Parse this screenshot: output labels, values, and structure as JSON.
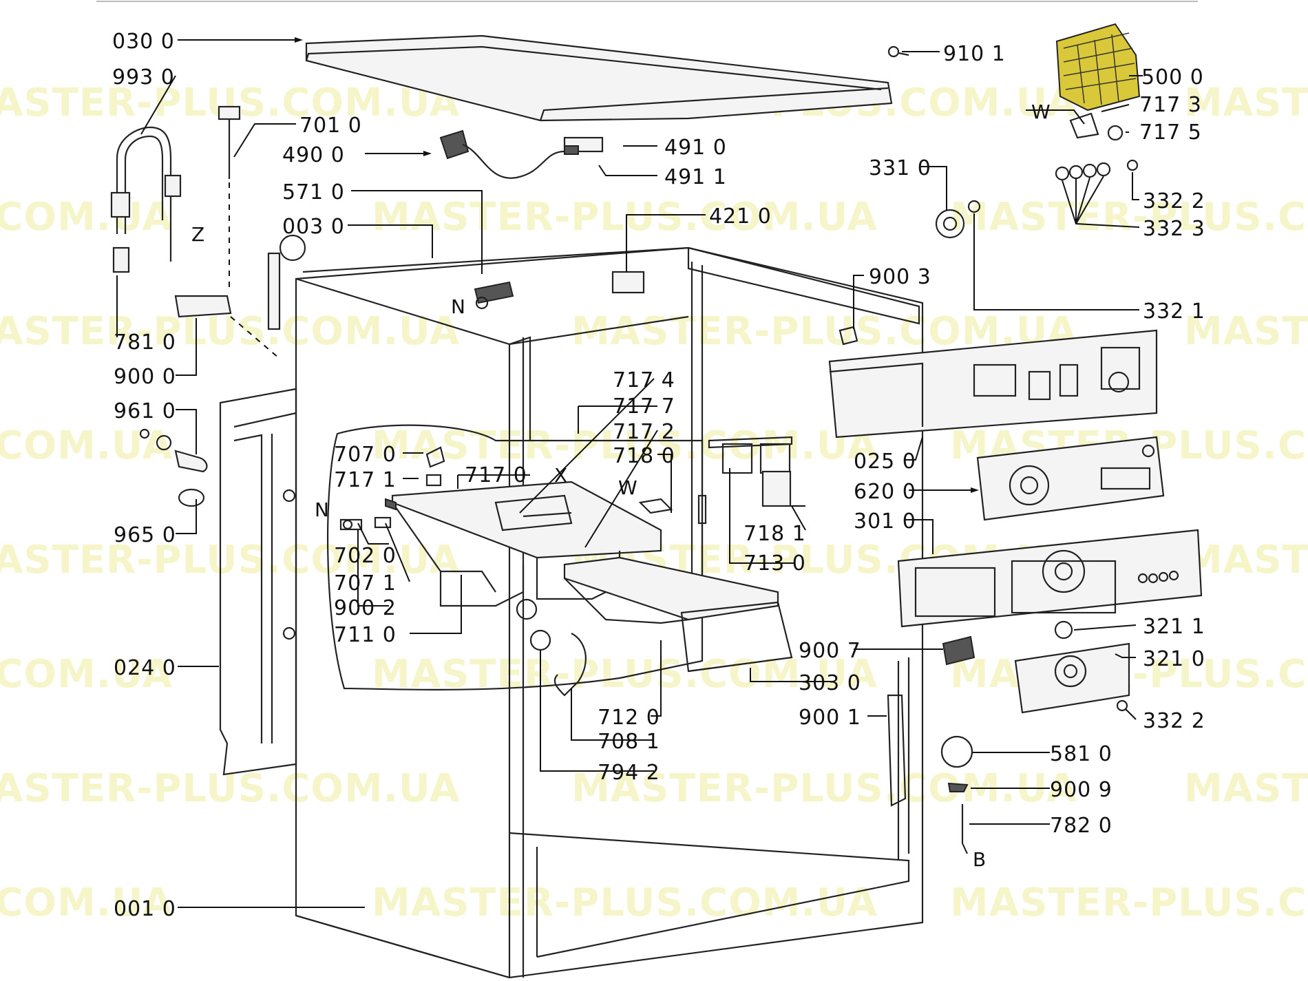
{
  "watermark": {
    "text_a": "MASTER-PLUS.COM.UA",
    "text_b": "ASTER-PLUS.COM.UA",
    "text_c": ".COM.UA",
    "text_d": "MASTER-PLUS.COM.UA",
    "text_e": "MASTE",
    "color": "#f2f2b8"
  },
  "callouts": {
    "p030_0": "030 0",
    "p993_0": "993 0",
    "p701_0": "701 0",
    "p490_0": "490 0",
    "p571_0": "571 0",
    "p003_0": "003 0",
    "p781_0": "781 0",
    "p900_0": "900 0",
    "p961_0": "961 0",
    "p707_0": "707 0",
    "p717_1": "717 1",
    "p965_0": "965 0",
    "p702_0": "702 0",
    "p707_1": "707 1",
    "p900_2": "900 2",
    "p711_0": "711 0",
    "p024_0": "024 0",
    "p001_0": "001 0",
    "p491_0": "491 0",
    "p491_1": "491 1",
    "p421_0": "421 0",
    "p717_4": "717 4",
    "p717_7": "717 7",
    "p717_2": "717 2",
    "p718_0": "718 0",
    "p717_0": "717 0",
    "p718_1": "718 1",
    "p713_0": "713 0",
    "p712_0": "712 0",
    "p708_1": "708 1",
    "p794_2": "794 2",
    "p910_1": "910 1",
    "p500_0": "500 0",
    "p717_3": "717 3",
    "p717_5": "717 5",
    "p331_0": "331 0",
    "p332_2a": "332 2",
    "p332_3": "332 3",
    "p332_1": "332 1",
    "p900_3": "900 3",
    "p025_0": "025 0",
    "p620_0": "620 0",
    "p301_0": "301 0",
    "p321_1": "321 1",
    "p321_0": "321 0",
    "p332_2b": "332 2",
    "p900_7": "900 7",
    "p303_0": "303 0",
    "p900_1": "900 1",
    "p581_0": "581 0",
    "p900_9": "900 9",
    "p782_0": "782 0"
  },
  "letters": {
    "z": "Z",
    "n1": "N",
    "n2": "N",
    "x": "X",
    "w1": "W",
    "w2": "W",
    "b": "B"
  }
}
